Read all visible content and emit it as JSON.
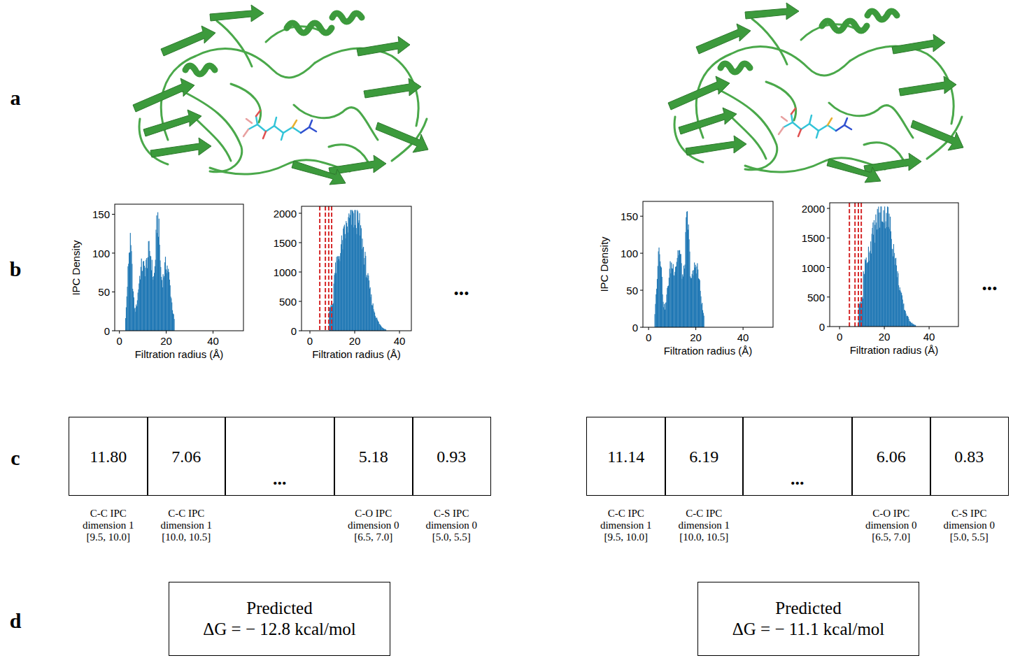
{
  "diagram": {
    "nodes": [
      {
        "text": [
          "11.80",
          "C-C IPC dimension 1 [9.5, 10.0]"
        ]
      },
      {
        "text": [
          "7.06",
          "C-C IPC dimension 1 [10.0, 10.5]"
        ]
      },
      {
        "text": [
          "..."
        ]
      },
      {
        "text": [
          "5.18",
          "C-O IPC dimension 0 [6.5, 7.0]"
        ]
      },
      {
        "text": [
          "0.93",
          "C-S IPC dimension 0 [5.0, 5.5]"
        ]
      },
      {
        "text": [
          "Predicted",
          "ΔG = − 12.8 kcal/mol"
        ]
      },
      {
        "text": [
          "11.14",
          "C-C IPC dimension 1 [9.5, 10.0]"
        ]
      },
      {
        "text": [
          "6.19",
          "C-C IPC dimension 1 [10.0, 10.5]"
        ]
      },
      {
        "text": [
          "..."
        ]
      },
      {
        "text": [
          "6.06",
          "C-O IPC dimension 0 [6.5, 7.0]"
        ]
      },
      {
        "text": [
          "0.83",
          "C-S IPC dimension 0 [5.0, 5.5]"
        ]
      },
      {
        "text": [
          "Predicted",
          "ΔG = − 11.1 kcal/mol"
        ]
      }
    ],
    "labels": [
      "a",
      "b",
      "c",
      "d",
      "IPC Density",
      "150",
      "100",
      "50",
      "0",
      "0",
      "20",
      "40",
      "Filtration radius (Å)",
      "2000",
      "1500",
      "1000",
      "500",
      "0",
      "0",
      "20",
      "40",
      "Filtration radius (Å)",
      "•••",
      "IPC Density",
      "150",
      "100",
      "50",
      "0",
      "0",
      "20",
      "40",
      "Filtration radius (Å)",
      "2000",
      "1500",
      "1000",
      "500",
      "0",
      "0",
      "20",
      "40",
      "Filtration radius (Å)",
      "•••"
    ]
  }
}
